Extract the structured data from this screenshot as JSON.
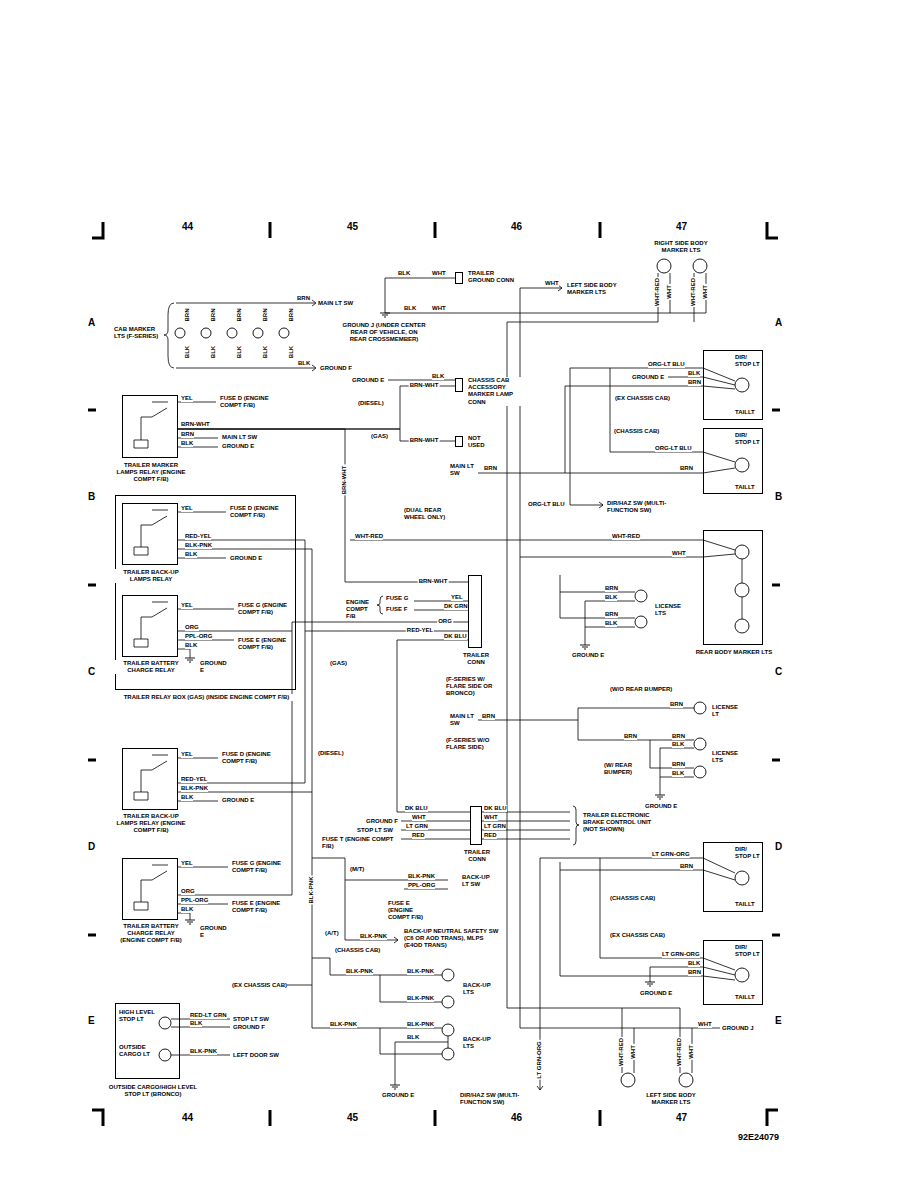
{
  "diagram": {
    "nodes": [
      {
        "text": [
          "TRAILER MARKER LAMPS RELAY (ENGINE COMPT F/B)"
        ]
      },
      {
        "text": [
          "TRAILER RELAY BOX (GAS) (INSIDE ENGINE COMPT F/B)"
        ]
      },
      {
        "text": [
          "TRAILER BACK-UP LAMPS RELAY"
        ],
        "in": 1
      },
      {
        "text": [
          "TRAILER BATTERY CHARGE RELAY"
        ],
        "in": 1
      },
      {
        "text": [
          "TRAILER BACK-UP LAMPS RELAY (ENGINE COMPT F/B)"
        ]
      },
      {
        "text": [
          "TRAILER BATTERY CHARGE RELAY (ENGINE COMPT F/B)"
        ]
      },
      {
        "text": [
          "HIGH LEVEL STOP LT",
          "OUTSIDE CARGO LT",
          "OUTSIDE CARGO/HIGH LEVEL STOP LT (BRONCO)"
        ]
      },
      {
        "text": [
          "TRAILER CONN"
        ]
      },
      {
        "text": [
          "TRAILER CONN"
        ]
      },
      {
        "text": [
          "CHASSIS CAB ACCESSORY MARKER LAMP CONN"
        ]
      },
      {
        "text": [
          "NOT USED"
        ]
      },
      {
        "text": [
          "TRAILER GROUND CONN"
        ]
      },
      {
        "text": [
          "DIR/ STOP LT",
          "TAILLT"
        ]
      },
      {
        "text": [
          "DIR/ STOP LT",
          "TAILLT"
        ]
      },
      {
        "text": [
          "REAR BODY MARKER LTS"
        ]
      },
      {
        "text": [
          "DIR/ STOP LT",
          "TAILLT"
        ]
      },
      {
        "text": [
          "DIR/ STOP LT",
          "TAILLT"
        ]
      }
    ],
    "edges": [
      {
        "from": 0,
        "to": 7,
        "label": "BRN-WHT",
        "arrow": "none"
      },
      {
        "from": 0,
        "to": 9,
        "label": "BRN-WHT",
        "arrow": "none"
      },
      {
        "from": 0,
        "to": 10,
        "label": "BRN-WHT",
        "arrow": "none"
      },
      {
        "from": 2,
        "to": 7,
        "label": "RED-YEL",
        "arrow": "none"
      },
      {
        "from": 3,
        "to": 7,
        "label": "ORG",
        "arrow": "none"
      }
    ],
    "labels": [
      "44",
      "45",
      "46",
      "47",
      "A",
      "A",
      "B",
      "B",
      "C",
      "C",
      "D",
      "D",
      "E",
      "E",
      "44",
      "45",
      "46",
      "47",
      "92E24079",
      "RIGHT SIDE BODY MARKER LTS",
      "WHT-RED",
      "WHT",
      "WHT-RED",
      "WHT",
      "BLK",
      "WHT",
      "WHT",
      "LEFT SIDE BODY MARKER LTS",
      "BRN",
      "MAIN LT SW",
      "BLK",
      "WHT",
      "GROUND J (UNDER CENTER REAR OF VEHICLE, ON REAR CROSSMEMBER)",
      "CAB MARKER LTS (F-SERIES)",
      "BRN",
      "BRN",
      "BRN",
      "BRN",
      "BRN",
      "BLK",
      "BLK",
      "BLK",
      "BLK",
      "BLK",
      "BLK",
      "GROUND F",
      "ORG-LT BLU",
      "GROUND E",
      "BLK",
      "BRN",
      "GROUND E",
      "BLK",
      "(DIESEL)",
      "(EX CHASSIS CAB)",
      "YEL",
      "FUSE D (ENGINE COMPT F/B)",
      "BRN-WHT",
      "BRN",
      "MAIN LT SW",
      "BLK",
      "GROUND E",
      "BRN-WHT",
      "(GAS)",
      "(CHASSIS CAB)",
      "ORG-LT BLU",
      "BRN",
      "MAIN LT SW",
      "BRN",
      "ORG-LT BLU",
      "DIR/HAZ SW (MULTI-FUNCTION SW)",
      "YEL",
      "FUSE D (ENGINE COMPT F/B)",
      "(DUAL REAR WHEEL ONLY)",
      "WHT-RED",
      "WHT-RED",
      "WHT",
      "RED-YEL",
      "BLK-PNK",
      "BLK",
      "GROUND E",
      "ENGINE COMPT F/B",
      "FUSE G",
      "FUSE F",
      "YEL",
      "DK GRN",
      "BRN",
      "BLK",
      "BRN",
      "BLK",
      "LICENSE LTS",
      "GROUND E",
      "YEL",
      "FUSE G (ENGINE COMPT F/B)",
      "ORG",
      "PPL-ORG",
      "FUSE E (ENGINE COMPT F/B)",
      "BLK",
      "GROUND E",
      "DK BLU",
      "(GAS)",
      "(F-SERIES W/ FLARE SIDE OR BRONCO)",
      "(W/O REAR BUMPER)",
      "BRN",
      "LICENSE LT",
      "MAIN LT SW",
      "BRN",
      "(F-SERIES W/O FLARE SIDE)",
      "BRN",
      "BRN",
      "BLK",
      "LICENSE LTS",
      "(W/ REAR BUMPER)",
      "BRN",
      "BLK",
      "GROUND E",
      "YEL",
      "FUSE D (ENGINE COMPT F/B)",
      "(DIESEL)",
      "RED-YEL",
      "BLK-PNK",
      "BLK",
      "GROUND E",
      "DK BLU",
      "DK BLU",
      "GROUND F",
      "WHT",
      "WHT",
      "STOP LT SW",
      "LT GRN",
      "LT GRN",
      "FUSE T (ENGINE COMPT F/B)",
      "RED",
      "RED",
      "TRAILER ELECTRONIC BRAKE CONTROL UNIT (NOT SHOWN)",
      "LT GRN-ORG",
      "BRN",
      "(M/T)",
      "BLK-PNK",
      "PPL-ORG",
      "BACK-UP LT SW",
      "BLK-PNK",
      "YEL",
      "FUSE G (ENGINE COMPT F/B)",
      "ORG",
      "PPL-ORG",
      "FUSE E (ENGINE COMPT F/B)",
      "BLK",
      "GROUND E",
      "FUSE E (ENGINE COMPT F/B)",
      "(CHASSIS CAB)",
      "(A/T)",
      "BLK-PNK",
      "BACK-UP NEUTRAL SAFETY SW (C6 OR AOD TRANS), MLPS (E4OD TRANS)",
      "(CHASSIS CAB)",
      "(EX CHASSIS CAB)",
      "LT GRN-ORG",
      "BLK",
      "BRN",
      "GROUND E",
      "(EX CHASSIS CAB)",
      "BLK-PNK",
      "BLK-PNK",
      "BLK-PNK",
      "BACK-UP LTS",
      "BLK-PNK",
      "BLK-PNK",
      "BLK",
      "BACK-UP LTS",
      "GROUND E",
      "RED-LT GRN",
      "STOP LT SW",
      "BLK",
      "GROUND F",
      "BLK-PNK",
      "LEFT DOOR SW",
      "WHT",
      "GROUND J",
      "WHT-RED",
      "WHT",
      "WHT-RED",
      "WHT",
      "LEFT SIDE BODY MARKER LTS",
      "LT GRN-ORG",
      "DIR/HAZ SW (MULTI-FUNCTION SW)"
    ]
  }
}
